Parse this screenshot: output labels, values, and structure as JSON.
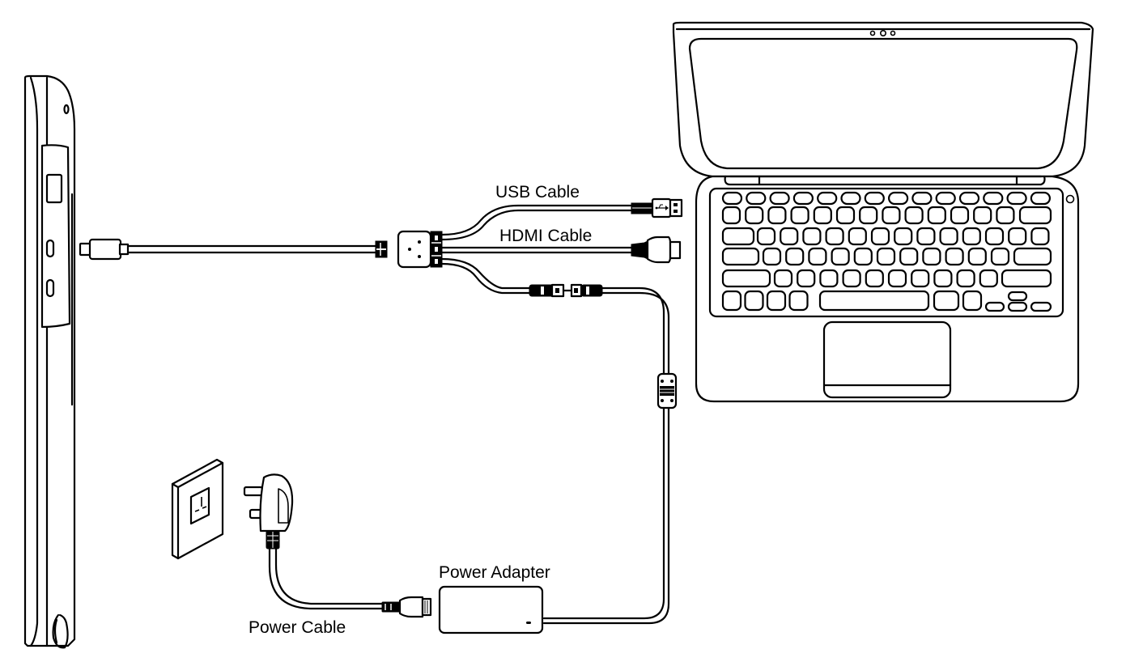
{
  "diagram": {
    "title": "Pen display connection diagram",
    "stroke_color": "#000000",
    "background_color": "#ffffff",
    "labels": {
      "usb_cable": "USB Cable",
      "hdmi_cable": "HDMI Cable",
      "power_adapter": "Power Adapter",
      "power_cable": "Power Cable"
    },
    "components": [
      {
        "id": "pen-display",
        "name": "Pen display (side view)",
        "ports": [
          "USB-C",
          "USB-C"
        ]
      },
      {
        "id": "three-in-one-cable",
        "name": "3-in-1 cable",
        "branches": [
          "USB Cable",
          "HDMI Cable",
          "Power"
        ]
      },
      {
        "id": "laptop",
        "name": "Laptop computer"
      },
      {
        "id": "power-adapter",
        "name": "Power Adapter"
      },
      {
        "id": "power-cable",
        "name": "Power Cable"
      },
      {
        "id": "wall-socket",
        "name": "Wall socket"
      }
    ],
    "connections": [
      {
        "from": "pen-display",
        "to": "three-in-one-cable",
        "via": "USB-C connector"
      },
      {
        "from": "three-in-one-cable",
        "to": "laptop",
        "via": "USB Cable"
      },
      {
        "from": "three-in-one-cable",
        "to": "laptop",
        "via": "HDMI Cable"
      },
      {
        "from": "three-in-one-cable",
        "to": "power-adapter",
        "via": "DC extension cable"
      },
      {
        "from": "power-adapter",
        "to": "power-cable",
        "via": "AC inlet"
      },
      {
        "from": "power-cable",
        "to": "wall-socket",
        "via": "UK plug"
      }
    ]
  }
}
